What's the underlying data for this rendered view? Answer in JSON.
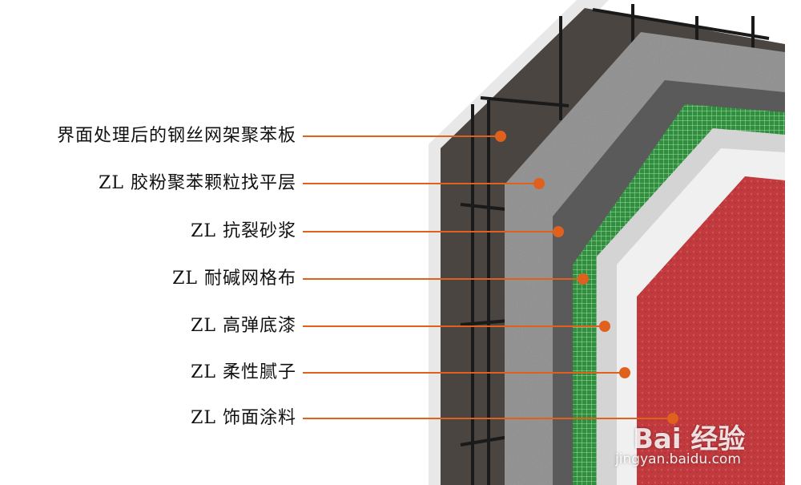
{
  "layers": [
    {
      "label": "界面处理后的钢丝网架聚苯板"
    },
    {
      "label": "ZL 胶粉聚苯颗粒找平层"
    },
    {
      "label": "ZL 抗裂砂浆"
    },
    {
      "label": "ZL 耐碱网格布"
    },
    {
      "label": "ZL 高弹底漆"
    },
    {
      "label": "ZL 柔性腻子"
    },
    {
      "label": "ZL 饰面涂料"
    }
  ],
  "watermark": {
    "brand": "Bai 经验",
    "url": "jingyan.baidu.com"
  },
  "colors": {
    "leader": "#e0601e",
    "panel": "#e8e8e8",
    "concrete": "#4a4540",
    "granular": "#8e8e8e",
    "mortar": "#5a5a5a",
    "mesh": "#2f8f3e",
    "primer": "#d4d4d4",
    "putty": "#f0f0f0",
    "coating": "#c03a3e"
  }
}
